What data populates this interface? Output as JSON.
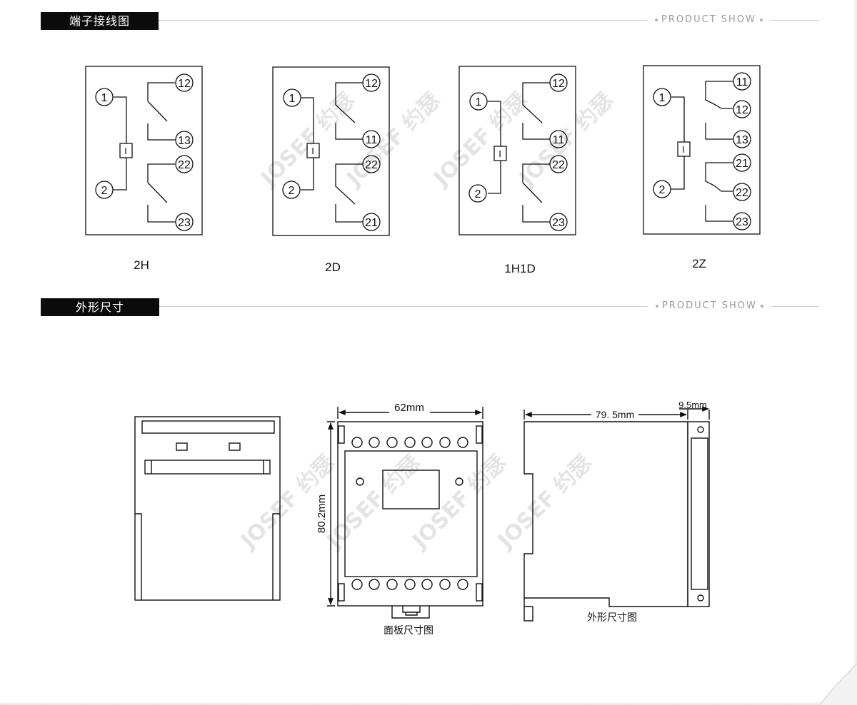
{
  "sections": [
    {
      "title": "端子接线图",
      "tag": "PRODUCT SHOW"
    },
    {
      "title": "外形尺寸",
      "tag": "PRODUCT SHOW"
    }
  ],
  "watermark": "JOSEF 约瑟",
  "wiring": {
    "coil_label": "I",
    "diagrams": [
      {
        "name": "2H",
        "terminals": [
          "1",
          "2",
          "12",
          "13",
          "22",
          "23"
        ]
      },
      {
        "name": "2D",
        "terminals": [
          "1",
          "2",
          "12",
          "11",
          "22",
          "21"
        ]
      },
      {
        "name": "1H1D",
        "terminals": [
          "1",
          "2",
          "12",
          "11",
          "22",
          "23"
        ]
      },
      {
        "name": "2Z",
        "terminals": [
          "1",
          "2",
          "11",
          "12",
          "13",
          "21",
          "22",
          "23"
        ]
      }
    ]
  },
  "dimensions": {
    "width": "62mm",
    "height": "80.2mm",
    "depth": "79. 5mm",
    "flange": "9.5mm",
    "front_caption": "面板尺寸图",
    "side_caption": "外形尺寸图"
  },
  "colors": {
    "line": "#111111",
    "tab": "#0b0b0b",
    "watermark": "#e4e4e4"
  }
}
